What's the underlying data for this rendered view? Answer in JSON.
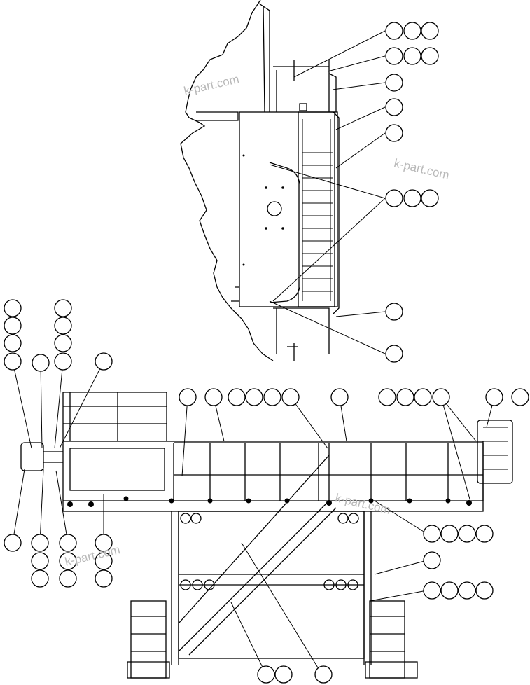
{
  "watermark": "k-part.com",
  "style": {
    "line_color": "#000000",
    "background": "#ffffff",
    "watermark_color": "#b9b9b9"
  },
  "callout_bubbles_note": "",
  "views": [
    "top-view",
    "front-view"
  ]
}
